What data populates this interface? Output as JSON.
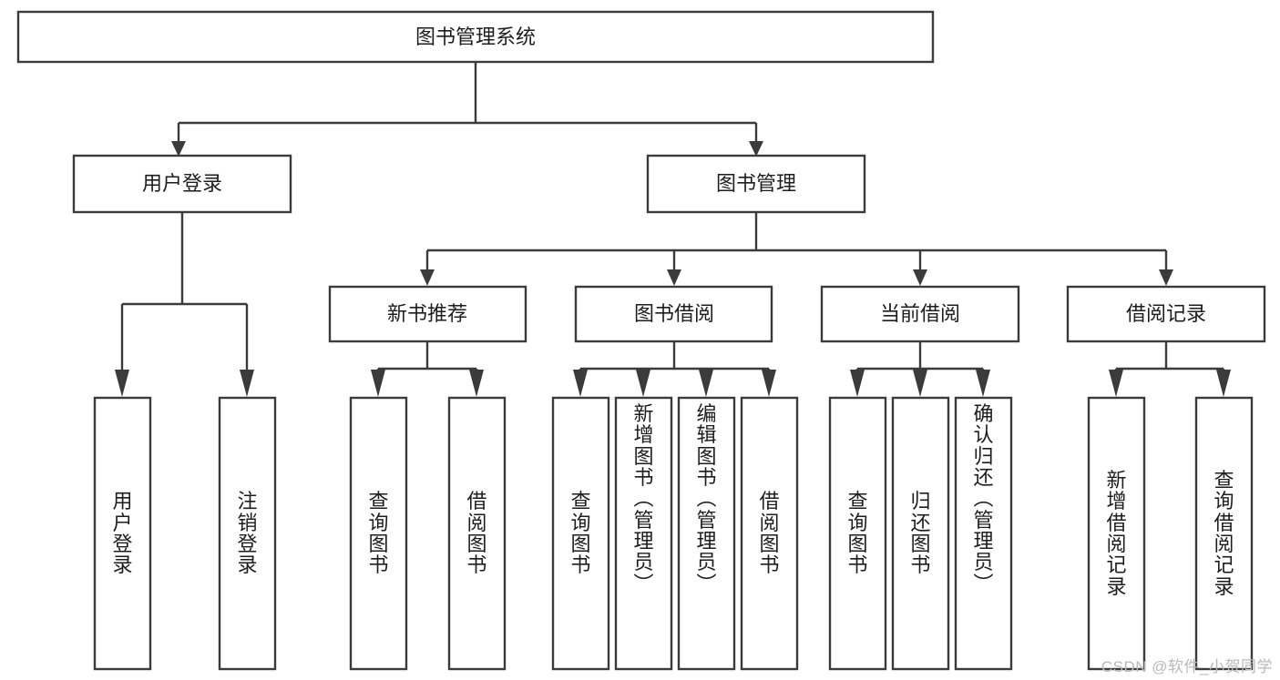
{
  "diagram": {
    "title": "图书管理系统",
    "watermark": "CSDN @软件_小贺同学",
    "colors": {
      "stroke": "#3b3b3b",
      "box_fill": "#ffffff",
      "text": "#1d1d1d",
      "background": "#ffffff",
      "watermark": "#b9b9b9"
    },
    "root": {
      "label": "图书管理系统"
    },
    "level2": [
      {
        "label": "用户登录"
      },
      {
        "label": "图书管理"
      }
    ],
    "level3": [
      {
        "label": "新书推荐"
      },
      {
        "label": "图书借阅"
      },
      {
        "label": "当前借阅"
      },
      {
        "label": "借阅记录"
      }
    ],
    "leaves": {
      "user_login": [
        {
          "label": "用户登录"
        },
        {
          "label": "注销登录"
        }
      ],
      "new_book_recommend": [
        {
          "label": "查询图书"
        },
        {
          "label": "借阅图书"
        }
      ],
      "book_borrow": [
        {
          "label": "查询图书"
        },
        {
          "label": "新增图书（管理员）"
        },
        {
          "label": "编辑图书（管理员）"
        },
        {
          "label": "借阅图书"
        }
      ],
      "current_borrow": [
        {
          "label": "查询图书"
        },
        {
          "label": "归还图书"
        },
        {
          "label": "确认归还（管理员）"
        }
      ],
      "borrow_record": [
        {
          "label": "新增借阅记录"
        },
        {
          "label": "查询借阅记录"
        }
      ]
    }
  }
}
